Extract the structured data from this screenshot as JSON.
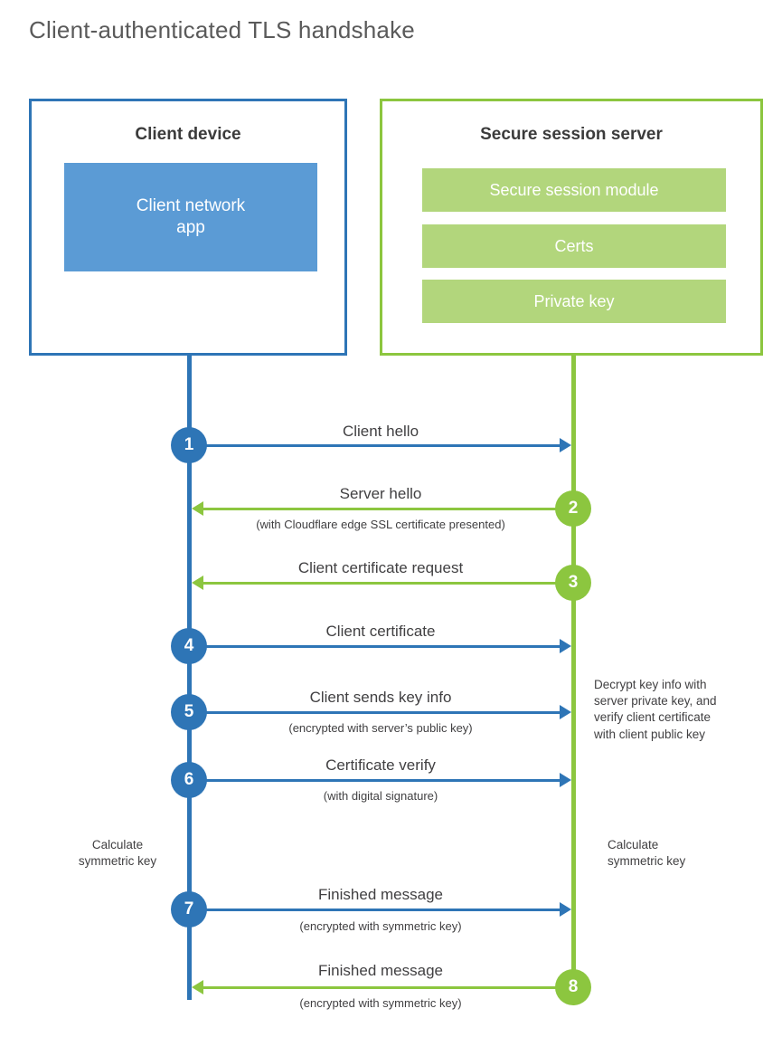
{
  "diagram": {
    "title": "Client-authenticated TLS handshake",
    "colors": {
      "client_blue": "#2e75b6",
      "client_app_fill": "#5b9bd5",
      "server_green": "#8cc63f",
      "server_bar_fill": "#b2d67c",
      "text": "#414042",
      "title_text": "#5a5a5a"
    },
    "client": {
      "box_title": "Client device",
      "app_label": "Client network\napp"
    },
    "server": {
      "box_title": "Secure session server",
      "components": [
        "Secure session module",
        "Certs",
        "Private key"
      ]
    },
    "steps": [
      {
        "number": "1",
        "label": "Client hello",
        "sub": "",
        "direction": "right",
        "color": "blue"
      },
      {
        "number": "2",
        "label": "Server hello",
        "sub": "(with Cloudflare edge SSL certificate presented)",
        "direction": "left",
        "color": "green"
      },
      {
        "number": "3",
        "label": "Client certificate request",
        "sub": "",
        "direction": "left",
        "color": "green"
      },
      {
        "number": "4",
        "label": "Client certificate",
        "sub": "",
        "direction": "right",
        "color": "blue"
      },
      {
        "number": "5",
        "label": "Client sends key info",
        "sub": "(encrypted with server’s public key)",
        "direction": "right",
        "color": "blue"
      },
      {
        "number": "6",
        "label": "Certificate verify",
        "sub": "(with digital signature)",
        "direction": "right",
        "color": "blue"
      },
      {
        "number": "7",
        "label": "Finished message",
        "sub": "(encrypted with symmetric key)",
        "direction": "right",
        "color": "blue"
      },
      {
        "number": "8",
        "label": "Finished message",
        "sub": "(encrypted with symmetric key)",
        "direction": "left",
        "color": "green"
      }
    ],
    "notes": {
      "server_decrypt": "Decrypt key info with\nserver private key, and\nverify client certificate\nwith client public key",
      "client_calc": "Calculate\nsymmetric key",
      "server_calc": "Calculate\nsymmetric key"
    }
  }
}
